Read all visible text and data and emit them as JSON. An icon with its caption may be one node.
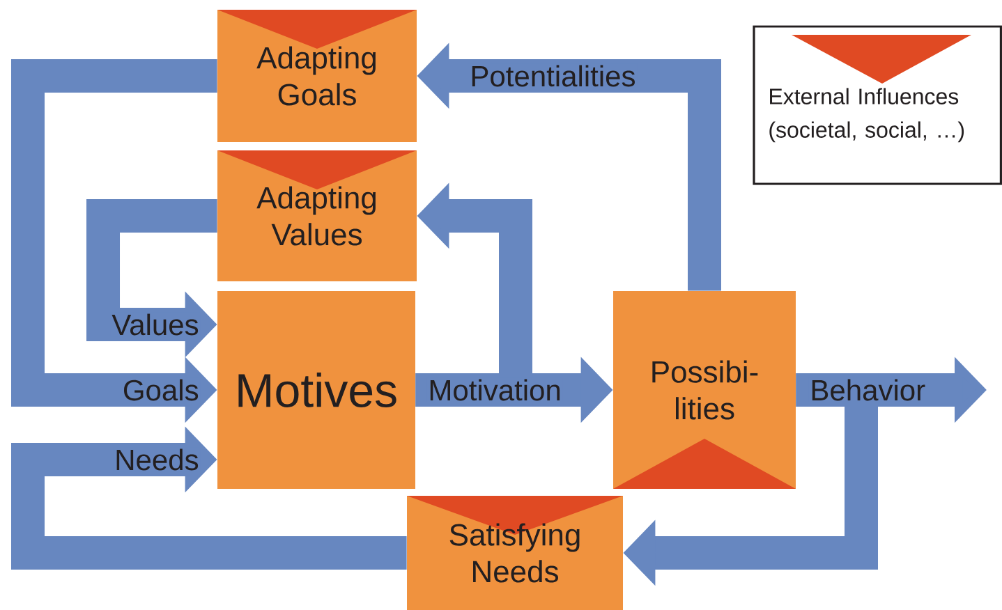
{
  "diagram": {
    "nodes": [
      {
        "text": [
          "Adapting Goals"
        ]
      },
      {
        "text": [
          "Adapting Values"
        ]
      },
      {
        "text": [
          "Motives"
        ]
      },
      {
        "text": [
          "Possibi- lities"
        ]
      },
      {
        "text": [
          "Satisfying Needs"
        ]
      }
    ],
    "edges": [
      {
        "from": 0,
        "to": 2,
        "arrow": "to",
        "label": "Goals"
      },
      {
        "from": 1,
        "to": 2,
        "arrow": "to",
        "label": "Values"
      },
      {
        "from": 4,
        "to": 2,
        "arrow": "to",
        "label": "Needs"
      },
      {
        "from": 2,
        "to": 3,
        "arrow": "to",
        "label": "Motivation"
      },
      {
        "from": 2,
        "to": 1,
        "arrow": "to"
      },
      {
        "from": 3,
        "to": 0,
        "arrow": "to",
        "label": "Potentialities"
      },
      {
        "from": 3,
        "to": null,
        "arrow": "to",
        "label": "Behavior"
      },
      {
        "from": 3,
        "to": 4,
        "arrow": "to"
      }
    ],
    "legend": [
      {
        "text": "External Influences (societal, social, …)",
        "color": "#e04a23"
      }
    ]
  }
}
